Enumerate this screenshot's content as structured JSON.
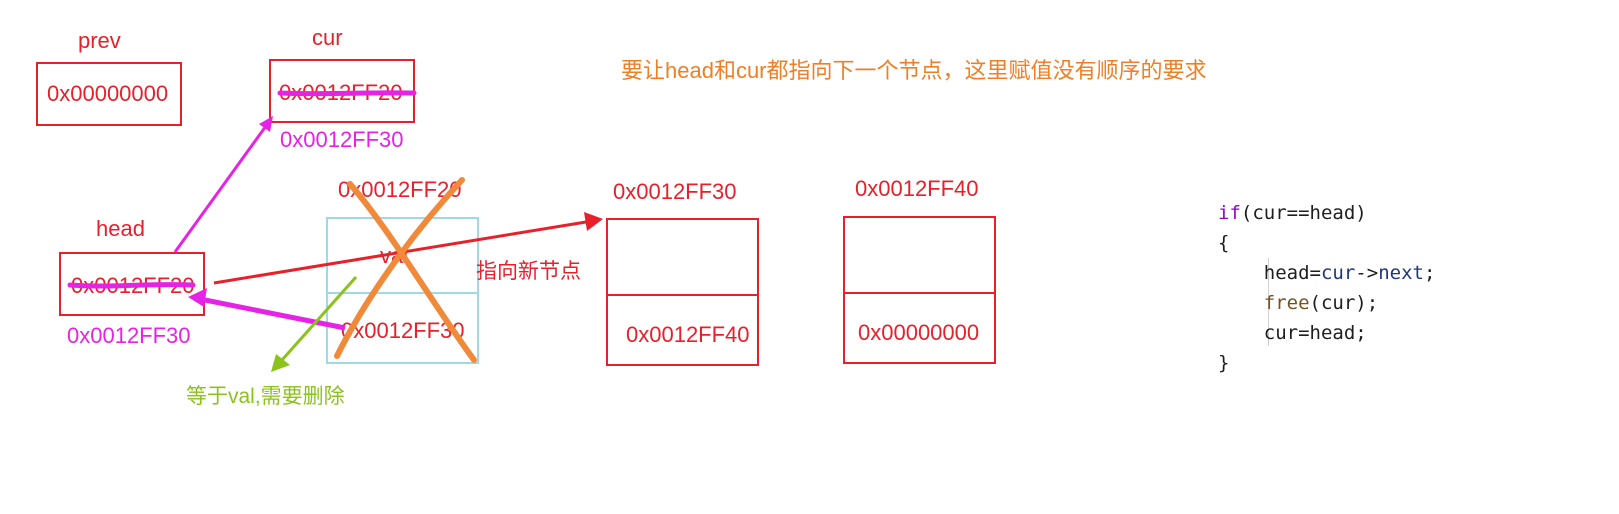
{
  "labels": {
    "prev": "prev",
    "cur": "cur",
    "head": "head"
  },
  "addresses": {
    "prev_value": "0x00000000",
    "cur_old": "0x0012FF20",
    "cur_new": "0x0012FF30",
    "head_old": "0x0012FF20",
    "head_new": "0x0012FF30"
  },
  "nodes": [
    {
      "address": "0x0012FF20",
      "top_text": "val",
      "bottom_text": "0x0012FF30"
    },
    {
      "address": "0x0012FF30",
      "top_text": "",
      "bottom_text": "0x0012FF40"
    },
    {
      "address": "0x0012FF40",
      "top_text": "",
      "bottom_text": "0x00000000"
    }
  ],
  "annotations": {
    "note": "要让head和cur都指向下一个节点，这里赋值没有顺序的要求",
    "point_new": "指向新节点",
    "delete_note": "等于val,需要删除"
  },
  "code": {
    "line1_kw": "if",
    "line1_rest": "(cur==head)",
    "line2": "{",
    "line3_a": "head=",
    "line3_b": "cur",
    "line3_c": "->",
    "line3_d": "next",
    "line3_e": ";",
    "line4_fn": "free",
    "line4_rest": "(cur);",
    "line5": "cur=head;",
    "line6": "}"
  },
  "colors": {
    "red": "#e8202a",
    "magenta": "#e722e7",
    "orange": "#f07e24",
    "green": "#8cc21c",
    "light_blue": "#9fd8e6"
  }
}
